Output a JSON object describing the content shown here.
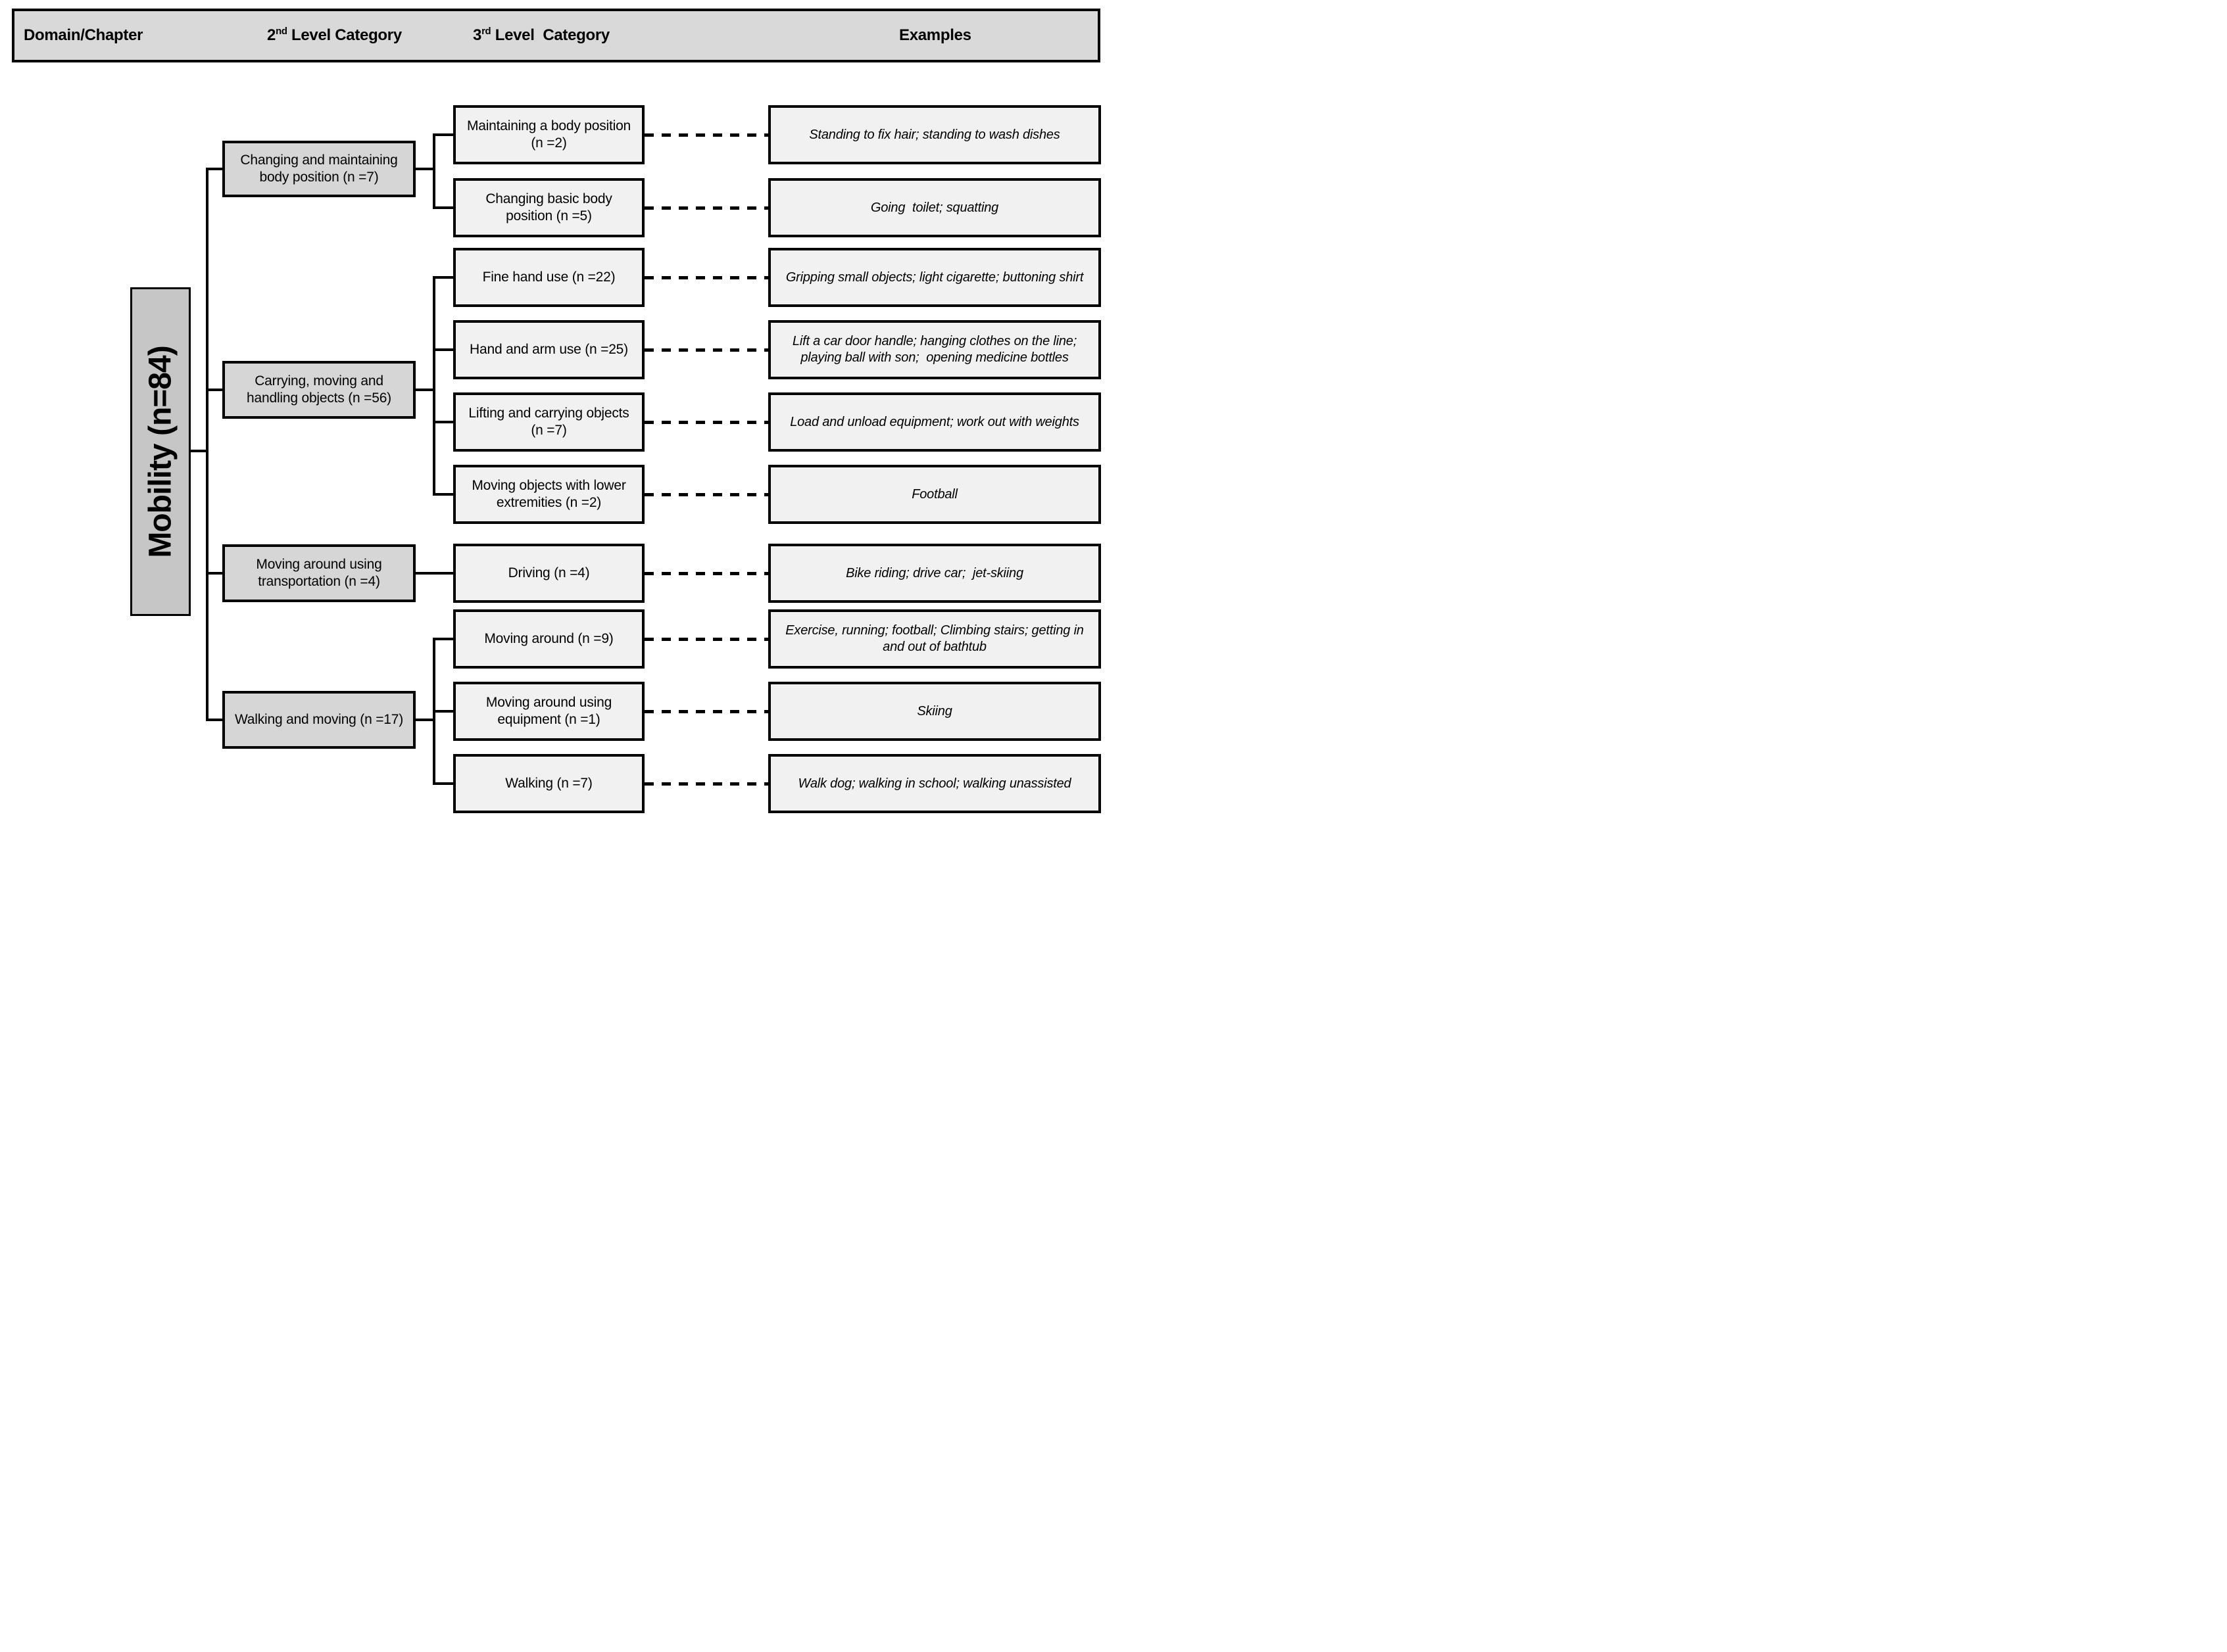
{
  "header": {
    "col1": "Domain/Chapter",
    "col2_num": "2",
    "col2_sup": "nd",
    "col2_rest": " Level Category",
    "col3_num": "3",
    "col3_sup": "rd",
    "col3_rest": " Level  Category",
    "col4": "Examples"
  },
  "domain": {
    "label": "Mobility (n=84)"
  },
  "branches": [
    {
      "label": "Changing and maintaining body position (n =7)",
      "children": [
        {
          "label": "Maintaining a body position (n =2)",
          "example": "Standing to fix hair; standing to wash dishes"
        },
        {
          "label": "Changing basic body position (n =5)",
          "example": "Going  toilet; squatting"
        }
      ]
    },
    {
      "label": "Carrying, moving and handling objects (n =56)",
      "children": [
        {
          "label": "Fine hand use (n =22)",
          "example": "Gripping small objects; light cigarette; buttoning shirt"
        },
        {
          "label": "Hand and arm use (n =25)",
          "example": "Lift a car door handle; hanging clothes on the line; playing ball with son;  opening medicine bottles"
        },
        {
          "label": "Lifting and carrying objects (n =7)",
          "example": "Load and unload equipment; work out with weights"
        },
        {
          "label": "Moving objects with lower extremities (n =2)",
          "example": "Football"
        }
      ]
    },
    {
      "label": "Moving around using transportation (n =4)",
      "children": [
        {
          "label": "Driving (n =4)",
          "example": "Bike riding; drive car;  jet-skiing"
        }
      ]
    },
    {
      "label": "Walking and moving (n =17)",
      "children": [
        {
          "label": "Moving around (n =9)",
          "example": "Exercise, running; football; Climbing stairs; getting in and out of bathtub"
        },
        {
          "label": "Moving around using equipment (n =1)",
          "example": "Skiing"
        },
        {
          "label": "Walking (n =7)",
          "example": "Walk dog; walking in school; walking unassisted"
        }
      ]
    }
  ],
  "colors": {
    "header_fill": "#d9d9d9",
    "domain_fill": "#c6c6c6",
    "level2_fill": "#d6d6d6",
    "level3_fill": "#f1f1f1",
    "example_fill": "#f1f1f1",
    "line": "#000000"
  }
}
